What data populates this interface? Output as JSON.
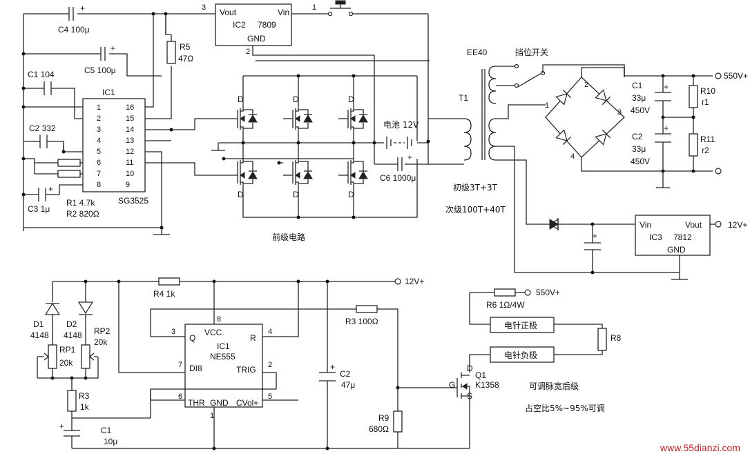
{
  "front_stage": {
    "caption": "前级电路",
    "ic1": {
      "name": "IC1",
      "model": "SG3525",
      "left_pins": [
        "1",
        "2",
        "3",
        "4",
        "5",
        "6",
        "7",
        "8"
      ],
      "right_pins": [
        "16",
        "15",
        "14",
        "13",
        "12",
        "11",
        "10",
        "9"
      ]
    },
    "ic2": {
      "vout": "Vout",
      "name": "IC2",
      "model": "7809",
      "vin": "Vin",
      "gnd": "GND",
      "pin_out": "3",
      "pin_in": "1",
      "pin_gnd": "2"
    },
    "c4": "C4 100μ",
    "c5": "C5 100μ",
    "c1": "C1 104",
    "c2": "C2 332",
    "c3": "C3 1μ",
    "r5_name": "R5",
    "r5_value": "47Ω",
    "r1": "R1 4.7k",
    "r2": "R2 820Ω",
    "battery": "电池 12V",
    "c6": "C6 1000μ",
    "mosfet_label": "D"
  },
  "transformer": {
    "core": "EE40",
    "name": "T1",
    "primary": "初级3T+3T",
    "secondary": "次级100T+40T",
    "switch": "挡位开关"
  },
  "output": {
    "v550": "550V+",
    "bridge_pins": [
      "1",
      "2",
      "3",
      "4"
    ],
    "c1_name": "C1",
    "c1_val": "33μ",
    "c1_volt": "450V",
    "c2_name": "C2",
    "c2_val": "33μ",
    "c2_volt": "450V",
    "r10_name": "R10",
    "r10_val": "r1",
    "r11_name": "R11",
    "r11_val": "r2",
    "ic3": {
      "vin": "Vin",
      "vout": "Vout",
      "name": "IC3",
      "model": "7812",
      "gnd": "GND"
    },
    "v12": "12V+"
  },
  "rear_stage": {
    "v12": "12V+",
    "r4": "R4 1k",
    "ne555": {
      "name": "IC1",
      "model": "NE555",
      "q": "Q",
      "vcc": "VCC",
      "r": "R",
      "dis": "DI8",
      "trig": "TRIG",
      "thr": "THR",
      "gnd": "GND",
      "cvol": "CVol+",
      "pins": {
        "p3": "3",
        "p8": "8",
        "p4": "4",
        "p7": "7",
        "p2": "2",
        "p6": "6",
        "p1": "1",
        "p5": "5"
      }
    },
    "d1_name": "D1",
    "d1_val": "4148",
    "d2_name": "D2",
    "d2_val": "4148",
    "rp1_name": "RP1",
    "rp1_val": "20k",
    "rp2_name": "RP2",
    "rp2_val": "20k",
    "r3_name": "R3",
    "r3_val": "1k",
    "c1": "C1",
    "c1_val": "10μ",
    "c2_name": "C2",
    "c2_val": "47μ",
    "r3b": "R3 100Ω",
    "r9_name": "R9",
    "r9_val": "680Ω",
    "r6": "R6 1Ω/4W",
    "v550": "550V+",
    "pos_electrode": "电针正极",
    "neg_electrode": "电针负极",
    "r8": "R8",
    "q1_d": "D",
    "q1_g": "G",
    "q1_s": "S",
    "q1_name": "Q1",
    "q1_model": "K1358",
    "caption": "可调脉宽后级",
    "duty": "占空比5%~95%可调"
  },
  "watermark": "www.55dianzi.com"
}
